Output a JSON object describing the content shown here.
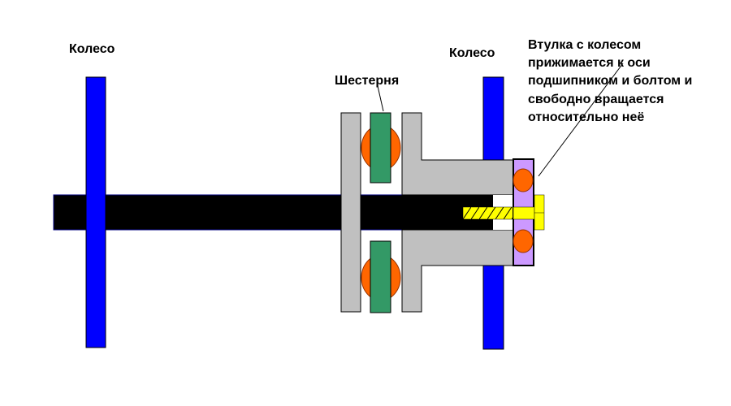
{
  "labels": {
    "wheel_left": "Колесо",
    "wheel_right": "Колесо",
    "gear": "Шестерня",
    "note_lines": [
      "Втулка с колесом",
      "прижимается к оси",
      "подшипником и болтом и",
      "свободно вращается",
      "относительно неё"
    ]
  },
  "colors": {
    "wheel": "#0000ff",
    "axle": "#000000",
    "hub": "#c0c0c0",
    "gear": "#339966",
    "bearing_ball": "#ff6600",
    "bearing_race": "#cc99ff",
    "bolt": "#ffff00"
  }
}
